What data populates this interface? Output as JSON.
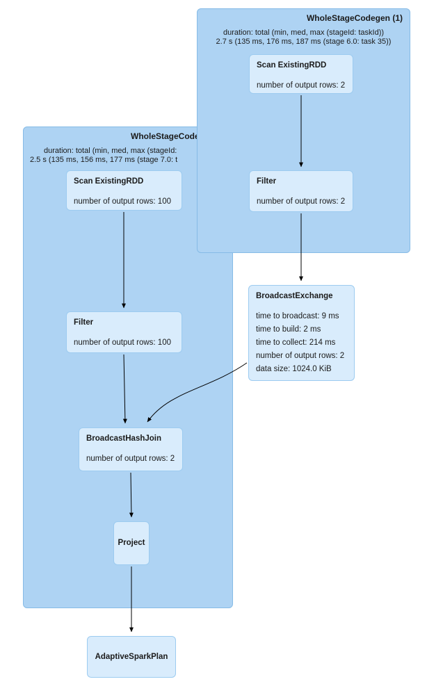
{
  "colors": {
    "cluster_fill": "#aed3f3",
    "cluster_border": "#86bbe6",
    "node_fill": "#d9ecfc",
    "node_border": "#9ccbf0",
    "edge": "#000000",
    "text": "#1b1b1b"
  },
  "clusters": {
    "wsc1": {
      "title": "WholeStageCodegen (1)",
      "duration_label": "duration: total (min, med, max (stageId: taskId))",
      "duration_value": "2.7 s (135 ms, 176 ms, 187 ms (stage 6.0: task 35))"
    },
    "wsc2": {
      "title": "WholeStageCode",
      "duration_label": "duration: total (min, med, max (stageId:",
      "duration_value": "2.5 s (135 ms, 156 ms, 177 ms (stage 7.0: t"
    }
  },
  "nodes": {
    "scan1": {
      "title": "Scan ExistingRDD",
      "metrics": [
        "number of output rows: 2"
      ]
    },
    "filter1": {
      "title": "Filter",
      "metrics": [
        "number of output rows: 2"
      ]
    },
    "broadcast_exchange": {
      "title": "BroadcastExchange",
      "metrics": [
        "time to broadcast: 9 ms",
        "time to build: 2 ms",
        "time to collect: 214 ms",
        "number of output rows: 2",
        "data size: 1024.0 KiB"
      ]
    },
    "scan2": {
      "title": "Scan ExistingRDD",
      "metrics": [
        "number of output rows: 100"
      ]
    },
    "filter2": {
      "title": "Filter",
      "metrics": [
        "number of output rows: 100"
      ]
    },
    "bhj": {
      "title": "BroadcastHashJoin",
      "metrics": [
        "number of output rows: 2"
      ]
    },
    "project": {
      "title": "Project",
      "metrics": []
    },
    "adaptive": {
      "title": "AdaptiveSparkPlan",
      "metrics": []
    }
  },
  "edges": [
    {
      "from": "scan1",
      "to": "filter1"
    },
    {
      "from": "filter1",
      "to": "broadcast_exchange"
    },
    {
      "from": "broadcast_exchange",
      "to": "bhj"
    },
    {
      "from": "scan2",
      "to": "filter2"
    },
    {
      "from": "filter2",
      "to": "bhj"
    },
    {
      "from": "bhj",
      "to": "project"
    },
    {
      "from": "project",
      "to": "adaptive"
    }
  ]
}
